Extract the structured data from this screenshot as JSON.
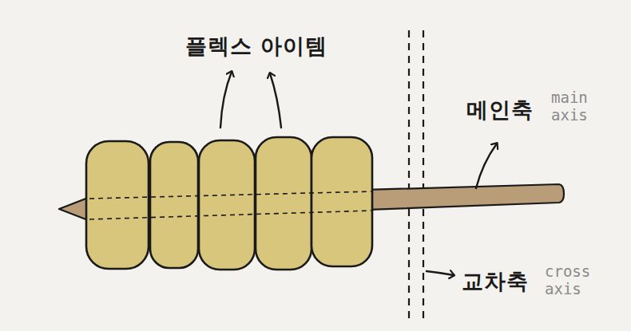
{
  "diagram": {
    "labels": [
      "플렉스 아이템",
      "메인축",
      "main axis",
      "교차축",
      "cross axis"
    ]
  }
}
